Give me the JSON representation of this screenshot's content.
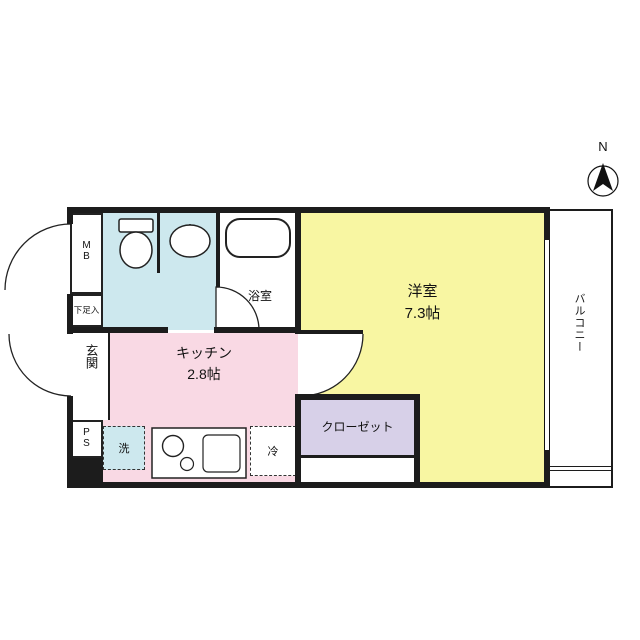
{
  "compass": {
    "north_label": "N"
  },
  "rooms": {
    "western_room": {
      "name": "洋室",
      "size": "7.3帖"
    },
    "kitchen": {
      "name": "キッチン",
      "size": "2.8帖"
    },
    "bathroom": {
      "name": "浴室"
    },
    "closet": {
      "name": "クローゼット"
    },
    "balcony": {
      "name": "バルコニー"
    },
    "entrance": {
      "name": "玄関"
    },
    "shoe_storage": {
      "name": "下足入"
    },
    "meter_box": {
      "name": "MB"
    },
    "pipe_space": {
      "name": "PS"
    }
  },
  "fixtures": {
    "washing_machine": {
      "label": "洗"
    },
    "refrigerator": {
      "label": "冷"
    }
  },
  "colors": {
    "wall": "#1c1c1c",
    "washroom_floor": "#cde8ee",
    "kitchen_floor": "#f9d9e4",
    "western_floor": "#f8f6a2",
    "closet_floor": "#d7d0e8"
  }
}
